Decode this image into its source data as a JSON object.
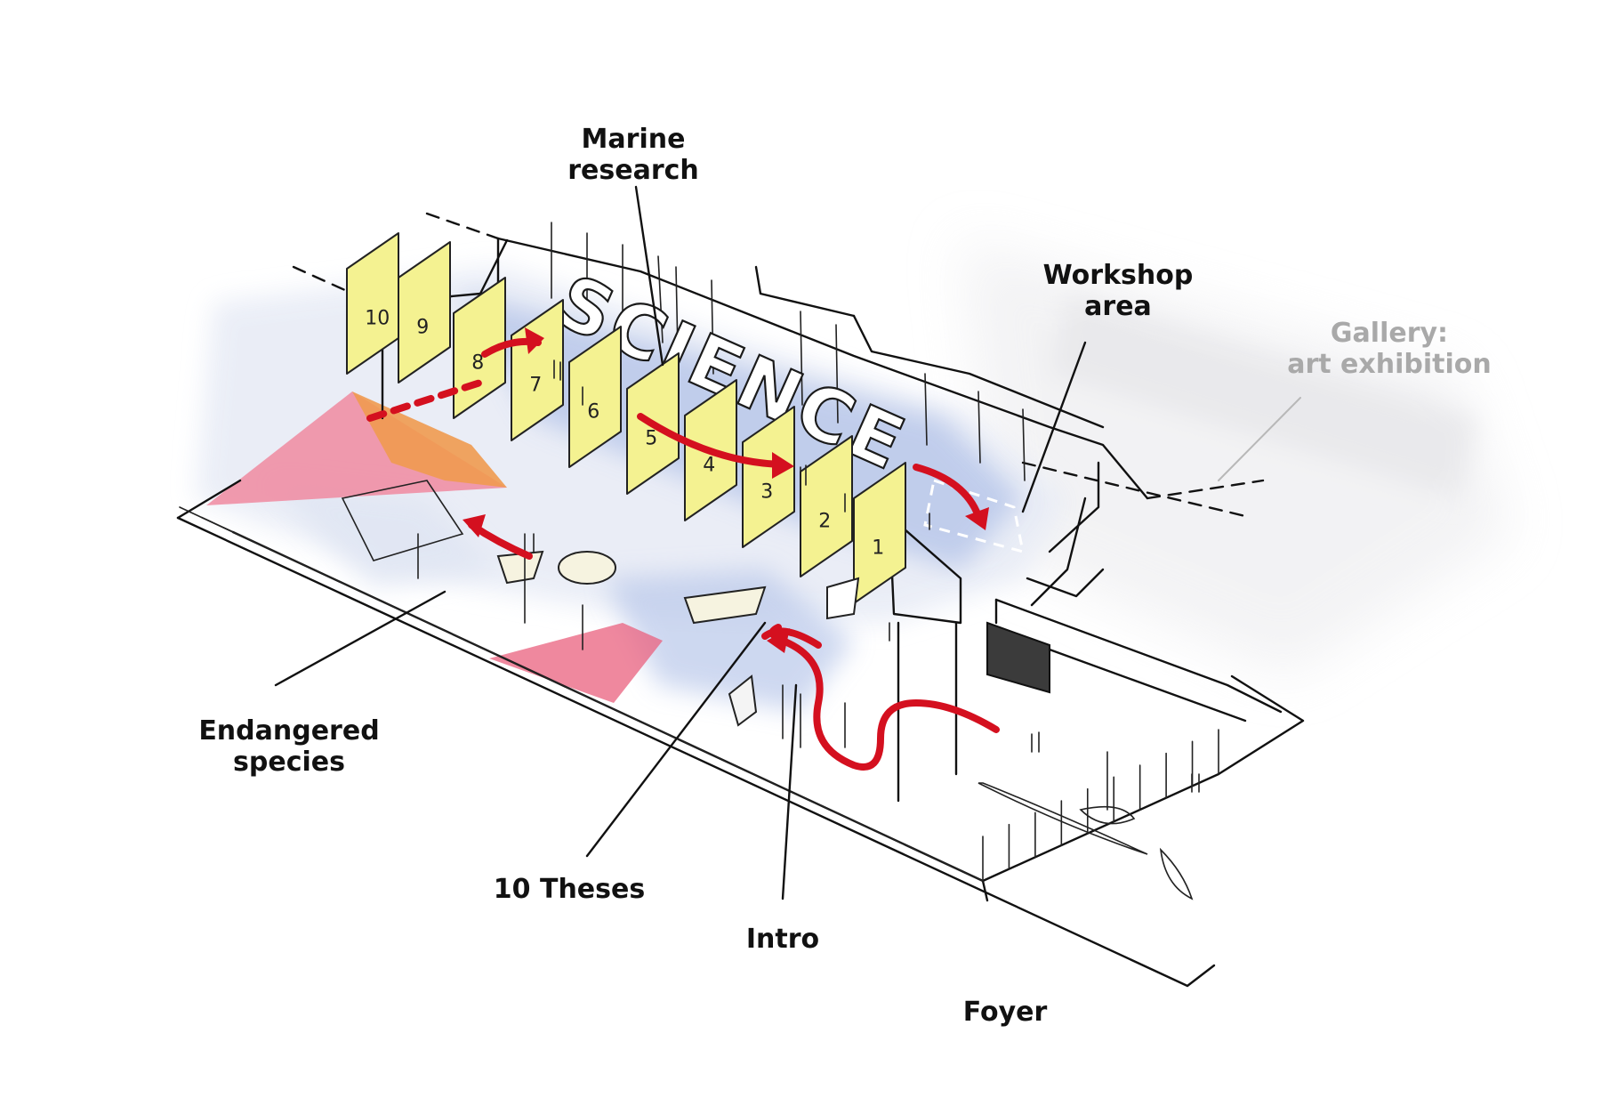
{
  "labels": {
    "marine_research": [
      "Marine",
      "research"
    ],
    "workshop_area": [
      "Workshop",
      "area"
    ],
    "gallery": [
      "Gallery:",
      "art exhibition"
    ],
    "endangered_species": [
      "Endangered",
      "species"
    ],
    "ten_theses": "10 Theses",
    "intro": "Intro",
    "foyer": "Foyer"
  },
  "sign_text": "SCIENCE",
  "panel_numbers": [
    "1",
    "2",
    "3",
    "4",
    "5",
    "6",
    "7",
    "8",
    "9",
    "10"
  ],
  "colors": {
    "floor_blue": "#b9c8ea",
    "panel_yellow": "#f4f291",
    "arrow_red": "#d4101f",
    "pink": "#f08aa0",
    "orange": "#f09a50",
    "dark_block": "#3b3b3b",
    "muted_label": "#a9a9a9"
  }
}
